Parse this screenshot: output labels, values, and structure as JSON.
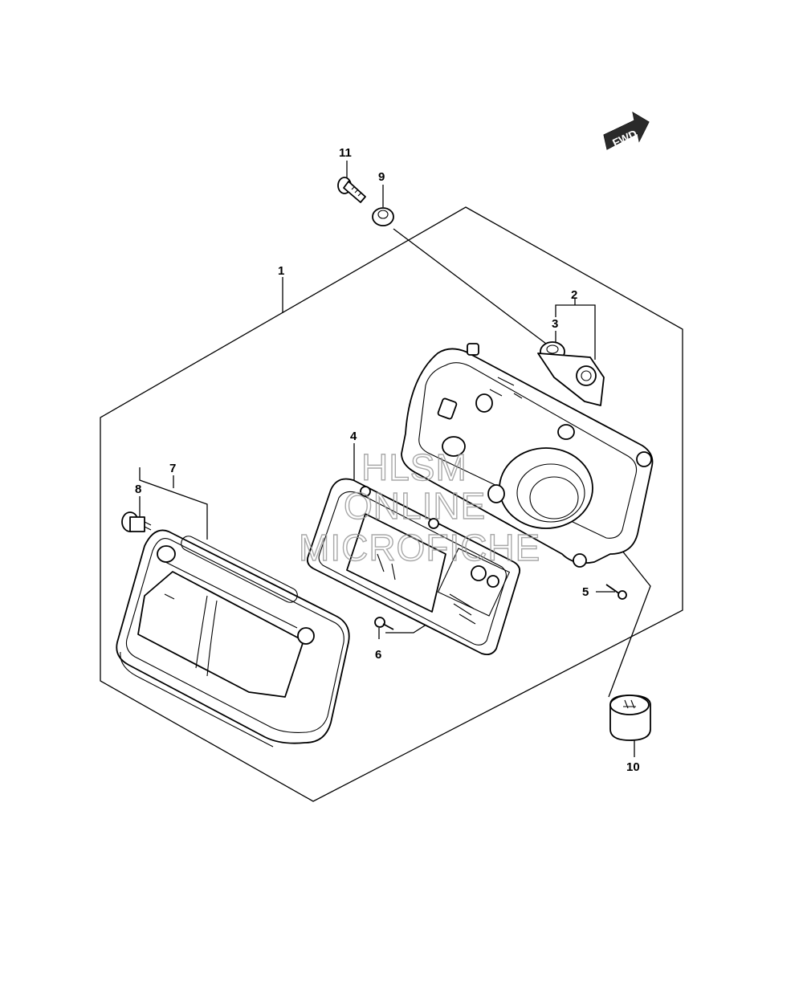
{
  "diagram": {
    "fwd_label": "FWD",
    "callouts": [
      {
        "id": "c1",
        "text": "1"
      },
      {
        "id": "c2",
        "text": "2"
      },
      {
        "id": "c3",
        "text": "3"
      },
      {
        "id": "c4",
        "text": "4"
      },
      {
        "id": "c5",
        "text": "5"
      },
      {
        "id": "c6",
        "text": "6"
      },
      {
        "id": "c7",
        "text": "7"
      },
      {
        "id": "c8",
        "text": "8"
      },
      {
        "id": "c9",
        "text": "9"
      },
      {
        "id": "c10",
        "text": "10"
      },
      {
        "id": "c11",
        "text": "11"
      }
    ],
    "watermark": {
      "line1": "HLSM",
      "line2": "ONLINE",
      "line3": "MICROFICHE"
    }
  }
}
